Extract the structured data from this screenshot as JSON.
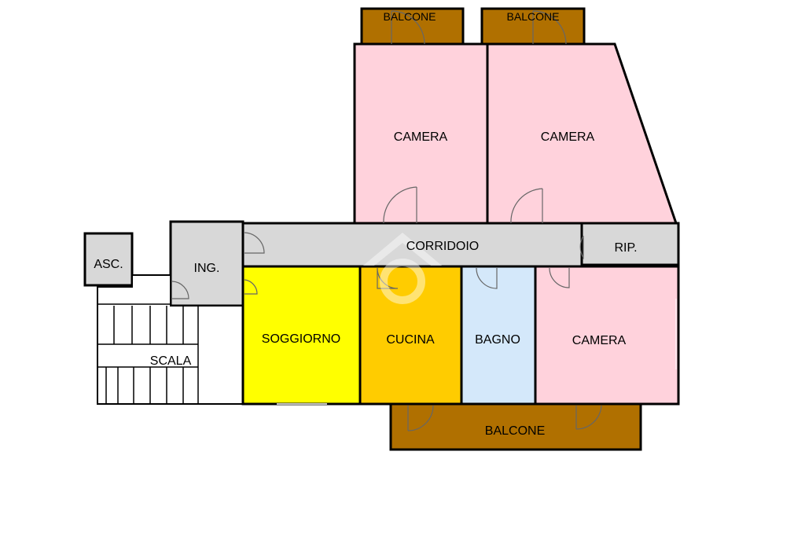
{
  "colors": {
    "camera": "#ffd2dc",
    "balcone": "#b07000",
    "corridoio": "#d8d8d8",
    "soggiorno": "#ffff00",
    "cucina": "#ffcc00",
    "bagno": "#d4e8fa",
    "service": "#d8d8d8",
    "stairs": "#ffffff",
    "wall": "#000000"
  },
  "rooms": {
    "balcone_top_left": "BALCONE",
    "balcone_top_right": "BALCONE",
    "camera_top_left": "CAMERA",
    "camera_top_right": "CAMERA",
    "corridoio": "CORRIDOIO",
    "ripostiglio": "RIP.",
    "ascensore": "ASC.",
    "ingresso": "ING.",
    "scala": "SCALA",
    "soggiorno": "SOGGIORNO",
    "cucina": "CUCINA",
    "bagno": "BAGNO",
    "camera_bottom": "CAMERA",
    "balcone_bottom": "BALCONE"
  },
  "icons": {
    "door": "quarter-arc-door",
    "watermark": "house-watermark"
  }
}
